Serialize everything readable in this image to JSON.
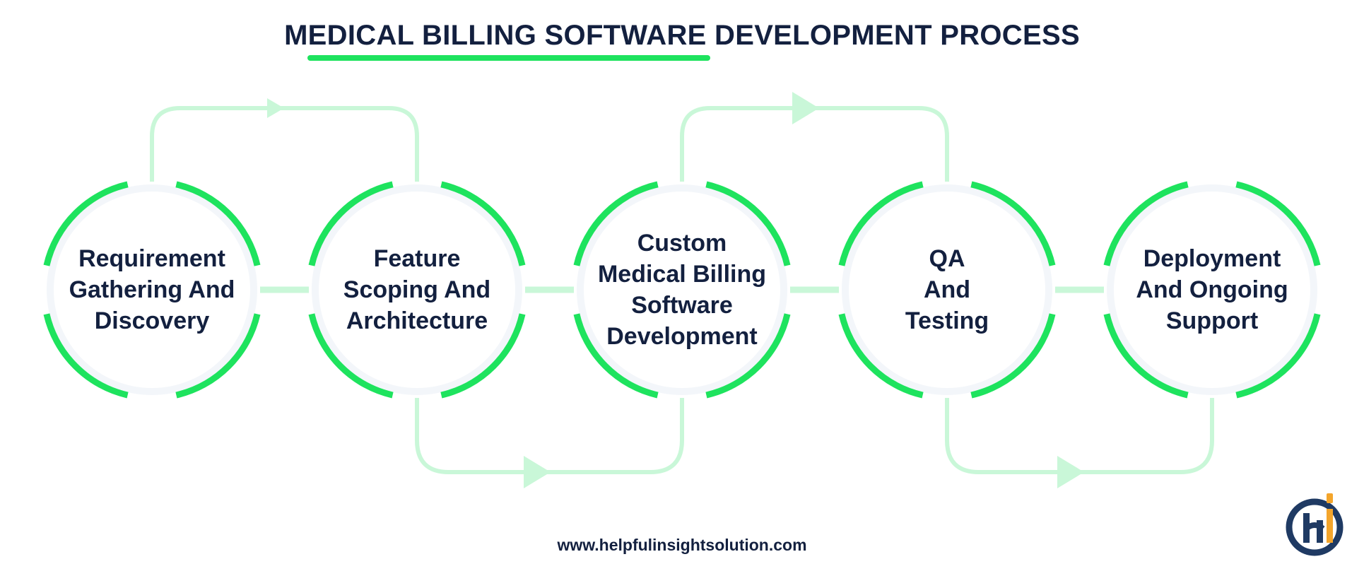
{
  "title": "MEDICAL BILLING SOFTWARE DEVELOPMENT PROCESS",
  "steps": [
    {
      "lines": [
        "Requirement",
        "Gathering And",
        "Discovery"
      ]
    },
    {
      "lines": [
        "Feature",
        "Scoping And",
        "Architecture"
      ]
    },
    {
      "lines": [
        "Custom",
        "Medical Billing",
        "Software",
        "Development"
      ]
    },
    {
      "lines": [
        "QA",
        "And",
        "Testing"
      ]
    },
    {
      "lines": [
        "Deployment",
        "And Ongoing",
        "Support"
      ]
    }
  ],
  "footer_url": "www.helpfulinsightsolution.com",
  "logo": {
    "name": "helpful-insight-logo",
    "letters": "Hi"
  },
  "colors": {
    "text": "#13203f",
    "accent_green": "#1ee35e",
    "connector_green": "#c9f7d8",
    "circle_fill": "#f3f6fa",
    "logo_orange": "#f4a52b"
  }
}
